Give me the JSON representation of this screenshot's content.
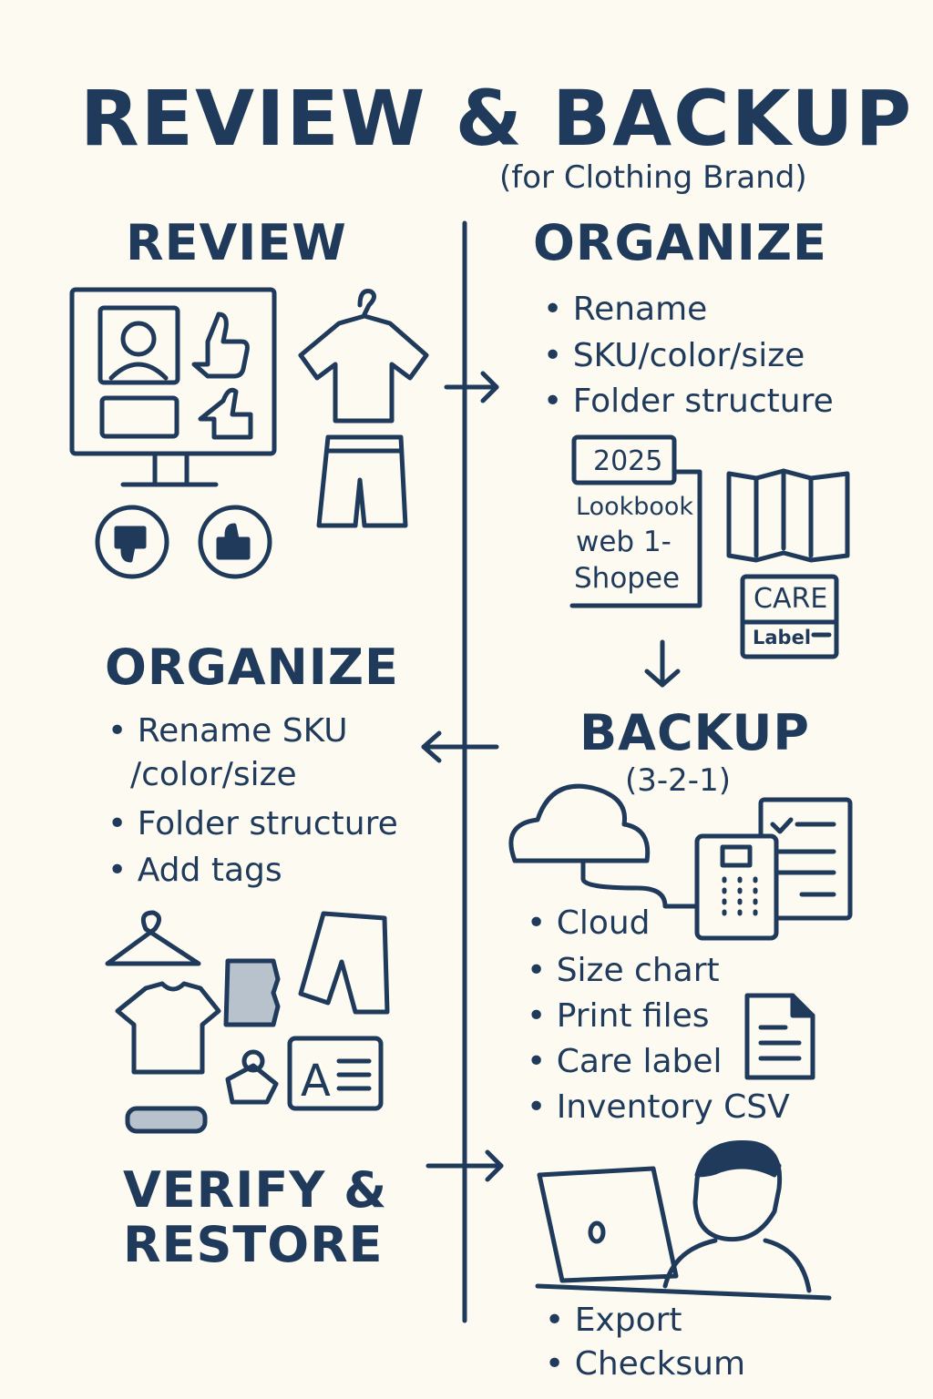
{
  "title": "REVIEW & BACKUP",
  "subtitle": "(for Clothing Brand)",
  "colors": {
    "ink": "#1f3a5a",
    "background": "#fcfaf1",
    "accent_fill": "#b8c2cc"
  },
  "review": {
    "heading": "REVIEW"
  },
  "organize_right": {
    "heading": "ORGANIZE",
    "items": [
      "Rename",
      "SKU/color/size",
      "Folder structure"
    ],
    "folder": {
      "tab": "2025",
      "lines": [
        "Lookbook",
        "web 1-",
        "Shopee"
      ]
    },
    "care_label": {
      "top": "CARE",
      "bottom": "Label"
    }
  },
  "organize_left": {
    "heading": "ORGANIZE",
    "items": [
      "Rename SKU",
      "/color/size",
      "Folder structure",
      "Add tags"
    ]
  },
  "backup": {
    "heading": "BACKUP",
    "rule": "(3-2-1)",
    "items": [
      "Cloud",
      "Size chart",
      "Print files",
      "Care label",
      "Inventory CSV"
    ]
  },
  "verify": {
    "heading_line1": "VERIFY &",
    "heading_line2": "RESTORE",
    "items": [
      "Export",
      "Checksum"
    ]
  }
}
